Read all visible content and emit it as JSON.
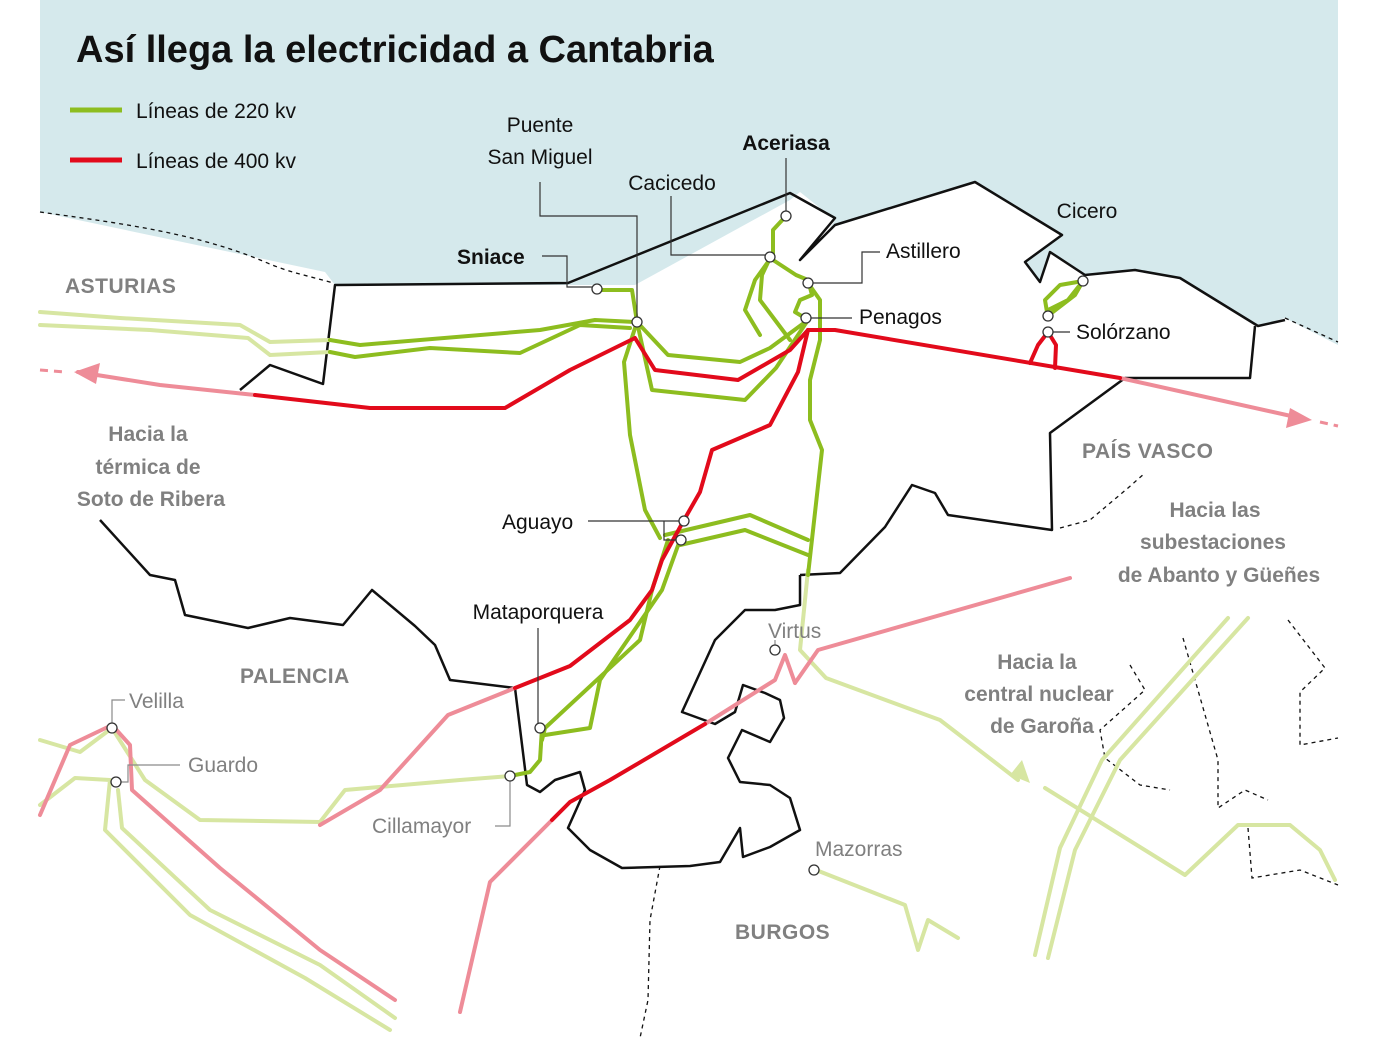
{
  "title": "Así llega la electricidad a Cantabria",
  "legend": [
    {
      "label": "Líneas de 220 kv",
      "color": "#8dbd1f"
    },
    {
      "label": "Líneas de 400 kv",
      "color": "#e20a1b"
    }
  ],
  "colors": {
    "sea": "#d5e9ec",
    "line_220": "#8dbd1f",
    "line_220_outside": "#d7e6a2",
    "line_400": "#e20a1b",
    "line_400_outside": "#ee8c98",
    "border": "#111111"
  },
  "regions": {
    "asturias": "ASTURIAS",
    "pais_vasco": "PAÍS VASCO",
    "palencia": "PALENCIA",
    "burgos": "BURGOS"
  },
  "substations": {
    "puente_san_miguel_1": "Puente",
    "puente_san_miguel_2": "San Miguel",
    "aceriasa": "Aceriasa",
    "cacicedo": "Cacicedo",
    "sniace": "Sniace",
    "astillero": "Astillero",
    "penagos": "Penagos",
    "cicero": "Cicero",
    "solorzano": "Solórzano",
    "aguayo": "Aguayo",
    "mataporquera": "Mataporquera",
    "virtus": "Virtus",
    "velilla": "Velilla",
    "guardo": "Guardo",
    "cillamayor": "Cillamayor",
    "mazorras": "Mazorras"
  },
  "destinations": {
    "soto_1": "Hacia la",
    "soto_2": "térmica  de",
    "soto_3": "Soto de Ribera",
    "abanto_1": "Hacia las",
    "abanto_2": "subestaciones",
    "abanto_3": "de Abanto y Güeñes",
    "garona_1": "Hacia la",
    "garona_2": "central nuclear",
    "garona_3": "de Garoña"
  }
}
